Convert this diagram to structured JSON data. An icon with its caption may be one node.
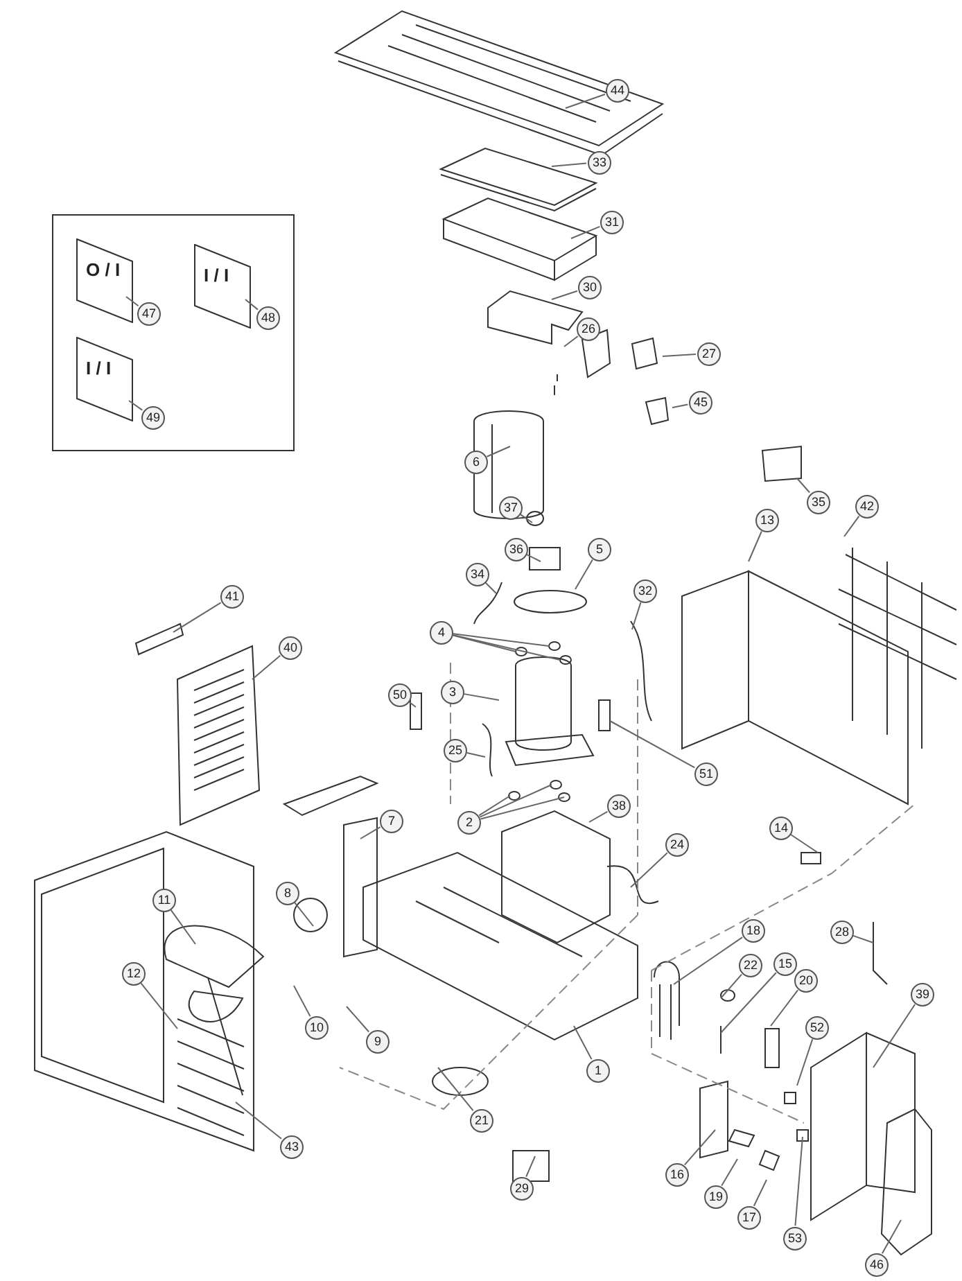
{
  "diagram": {
    "nodes": [
      {
        "text": [
          "44"
        ]
      },
      {
        "text": [
          "33"
        ]
      },
      {
        "text": [
          "31"
        ]
      },
      {
        "text": [
          "30"
        ]
      },
      {
        "text": [
          "26"
        ]
      },
      {
        "text": [
          "27"
        ]
      },
      {
        "text": [
          "47"
        ]
      },
      {
        "text": [
          "48"
        ]
      },
      {
        "text": [
          "45"
        ]
      },
      {
        "text": [
          "49"
        ]
      },
      {
        "text": [
          "6"
        ]
      },
      {
        "text": [
          "35"
        ]
      },
      {
        "text": [
          "42"
        ]
      },
      {
        "text": [
          "37"
        ]
      },
      {
        "text": [
          "13"
        ]
      },
      {
        "text": [
          "36"
        ]
      },
      {
        "text": [
          "5"
        ]
      },
      {
        "text": [
          "34"
        ]
      },
      {
        "text": [
          "32"
        ]
      },
      {
        "text": [
          "41"
        ]
      },
      {
        "text": [
          "4"
        ]
      },
      {
        "text": [
          "40"
        ]
      },
      {
        "text": [
          "50"
        ]
      },
      {
        "text": [
          "3"
        ]
      },
      {
        "text": [
          "25"
        ]
      },
      {
        "text": [
          "51"
        ]
      },
      {
        "text": [
          "38"
        ]
      },
      {
        "text": [
          "2"
        ]
      },
      {
        "text": [
          "7"
        ]
      },
      {
        "text": [
          "14"
        ]
      },
      {
        "text": [
          "24"
        ]
      },
      {
        "text": [
          "8"
        ]
      },
      {
        "text": [
          "11"
        ]
      },
      {
        "text": [
          "28"
        ]
      },
      {
        "text": [
          "18"
        ]
      },
      {
        "text": [
          "22"
        ]
      },
      {
        "text": [
          "15"
        ]
      },
      {
        "text": [
          "12"
        ]
      },
      {
        "text": [
          "20"
        ]
      },
      {
        "text": [
          "10"
        ]
      },
      {
        "text": [
          "52"
        ]
      },
      {
        "text": [
          "9"
        ]
      },
      {
        "text": [
          "39"
        ]
      },
      {
        "text": [
          "1"
        ]
      },
      {
        "text": [
          "21"
        ]
      },
      {
        "text": [
          "43"
        ]
      },
      {
        "text": [
          "16"
        ]
      },
      {
        "text": [
          "29"
        ]
      },
      {
        "text": [
          "19"
        ]
      },
      {
        "text": [
          "17"
        ]
      },
      {
        "text": [
          "53"
        ]
      },
      {
        "text": [
          "46"
        ]
      },
      {
        "text": [
          "O / I"
        ]
      },
      {
        "text": [
          "I / I"
        ]
      },
      {
        "text": [
          "I / I"
        ]
      }
    ],
    "edges": [
      {
        "from": 0,
        "to": null,
        "arrow": "none"
      },
      {
        "from": 1,
        "to": null,
        "arrow": "none"
      },
      {
        "from": 2,
        "to": null,
        "arrow": "none"
      },
      {
        "from": 3,
        "to": null,
        "arrow": "none"
      },
      {
        "from": 4,
        "to": null,
        "arrow": "none"
      },
      {
        "from": 5,
        "to": null,
        "arrow": "none"
      },
      {
        "from": 6,
        "to": 52,
        "arrow": "none"
      },
      {
        "from": 7,
        "to": 53,
        "arrow": "none"
      },
      {
        "from": 8,
        "to": null,
        "arrow": "none"
      },
      {
        "from": 9,
        "to": 54,
        "arrow": "none"
      },
      {
        "from": 10,
        "to": null,
        "arrow": "none"
      },
      {
        "from": 11,
        "to": null,
        "arrow": "none"
      },
      {
        "from": 12,
        "to": null,
        "arrow": "none"
      },
      {
        "from": 13,
        "to": null,
        "arrow": "none"
      },
      {
        "from": 14,
        "to": null,
        "arrow": "none"
      },
      {
        "from": 15,
        "to": null,
        "arrow": "none"
      },
      {
        "from": 16,
        "to": null,
        "arrow": "none"
      },
      {
        "from": 17,
        "to": null,
        "arrow": "none"
      },
      {
        "from": 18,
        "to": null,
        "arrow": "none"
      },
      {
        "from": 19,
        "to": null,
        "arrow": "none"
      },
      {
        "from": 20,
        "to": null,
        "arrow": "none"
      },
      {
        "from": 20,
        "to": null,
        "arrow": "none"
      },
      {
        "from": 20,
        "to": null,
        "arrow": "none"
      },
      {
        "from": 21,
        "to": null,
        "arrow": "none"
      },
      {
        "from": 22,
        "to": null,
        "arrow": "none"
      },
      {
        "from": 23,
        "to": null,
        "arrow": "none"
      },
      {
        "from": 24,
        "to": null,
        "arrow": "none"
      },
      {
        "from": 25,
        "to": null,
        "arrow": "none"
      },
      {
        "from": 26,
        "to": null,
        "arrow": "none"
      },
      {
        "from": 27,
        "to": null,
        "arrow": "none"
      },
      {
        "from": 27,
        "to": null,
        "arrow": "none"
      },
      {
        "from": 27,
        "to": null,
        "arrow": "none"
      },
      {
        "from": 28,
        "to": null,
        "arrow": "none"
      },
      {
        "from": 29,
        "to": null,
        "arrow": "none"
      },
      {
        "from": 30,
        "to": null,
        "arrow": "none"
      },
      {
        "from": 31,
        "to": null,
        "arrow": "none"
      },
      {
        "from": 32,
        "to": null,
        "arrow": "none"
      },
      {
        "from": 33,
        "to": null,
        "arrow": "none"
      },
      {
        "from": 34,
        "to": null,
        "arrow": "none"
      },
      {
        "from": 35,
        "to": null,
        "arrow": "none"
      },
      {
        "from": 36,
        "to": null,
        "arrow": "none"
      },
      {
        "from": 37,
        "to": null,
        "arrow": "none"
      },
      {
        "from": 38,
        "to": null,
        "arrow": "none"
      },
      {
        "from": 39,
        "to": null,
        "arrow": "none"
      },
      {
        "from": 40,
        "to": null,
        "arrow": "none"
      },
      {
        "from": 41,
        "to": null,
        "arrow": "none"
      },
      {
        "from": 42,
        "to": null,
        "arrow": "none"
      },
      {
        "from": 43,
        "to": null,
        "arrow": "none"
      },
      {
        "from": 44,
        "to": null,
        "arrow": "none"
      },
      {
        "from": 45,
        "to": null,
        "arrow": "none"
      },
      {
        "from": 46,
        "to": null,
        "arrow": "none"
      },
      {
        "from": 47,
        "to": null,
        "arrow": "none"
      },
      {
        "from": 48,
        "to": null,
        "arrow": "none"
      },
      {
        "from": 49,
        "to": null,
        "arrow": "none"
      },
      {
        "from": 50,
        "to": null,
        "arrow": "none"
      },
      {
        "from": 51,
        "to": null,
        "arrow": "none"
      }
    ],
    "labels": []
  }
}
